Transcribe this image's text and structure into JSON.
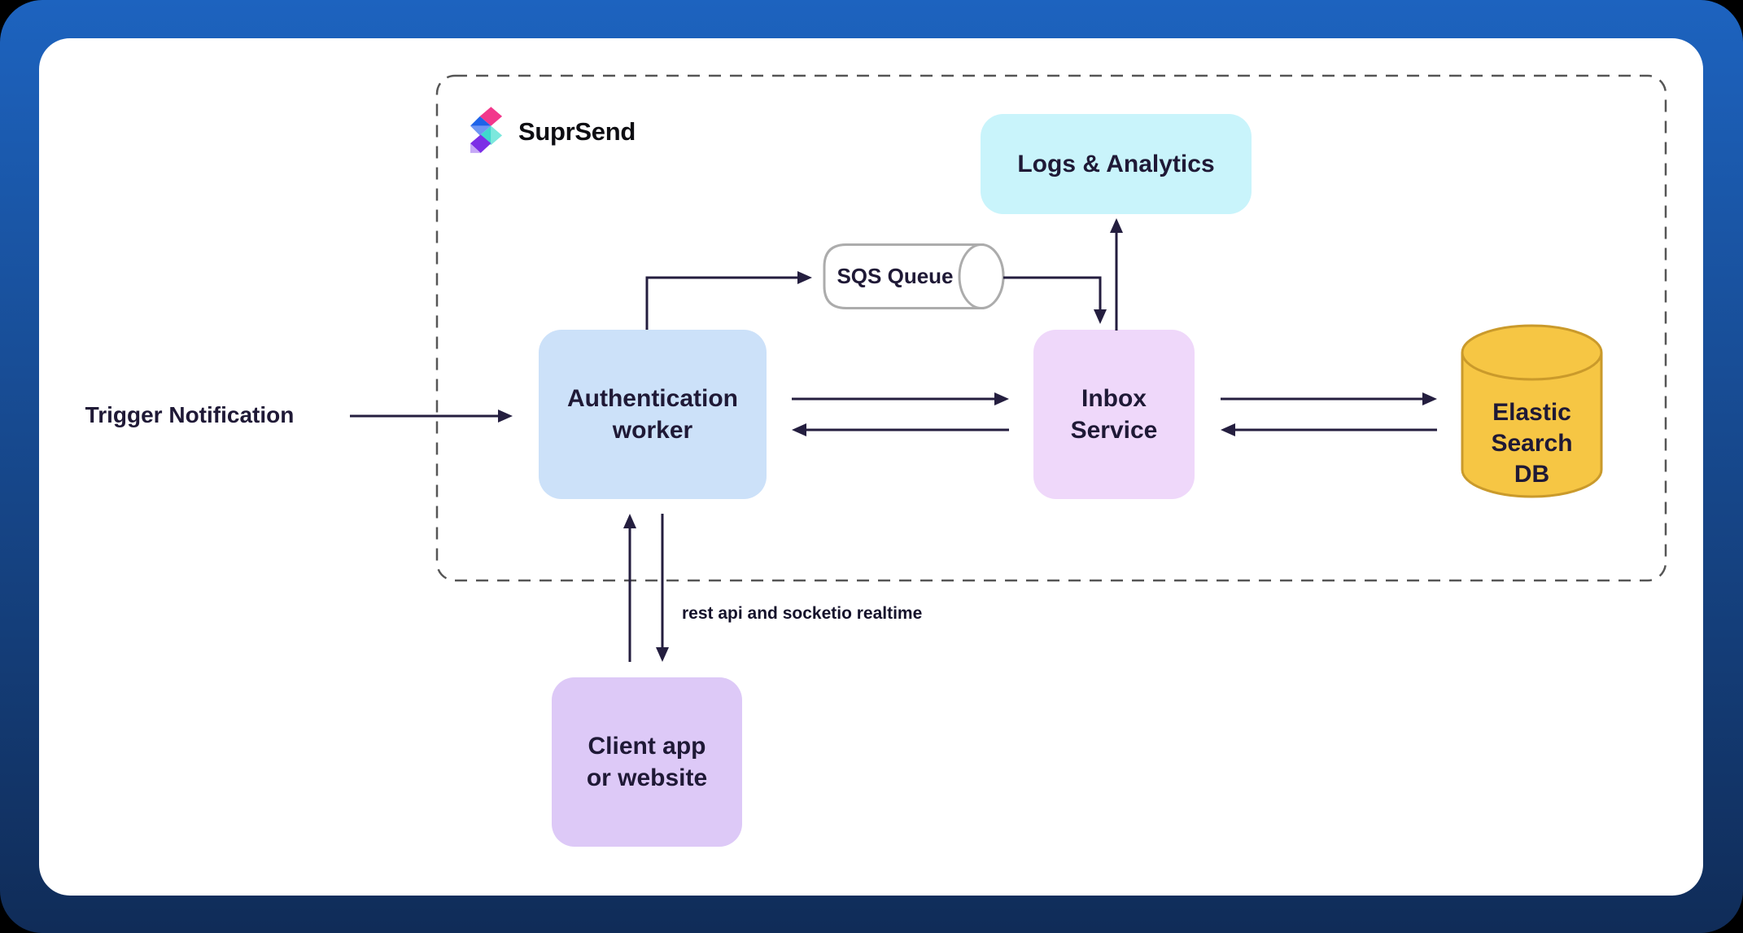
{
  "brand": {
    "name": "SuprSend"
  },
  "outside": {
    "trigger_label": "Trigger Notification"
  },
  "nodes": {
    "logs": {
      "label": "Logs & Analytics",
      "bg": "#C9F4FB"
    },
    "sqs": {
      "label": "SQS Queue",
      "fill": "#FFFFFF",
      "stroke": "#ACACAC"
    },
    "auth": {
      "label": "Authentication\nworker",
      "bg": "#CCE1F9"
    },
    "inbox": {
      "label": "Inbox\nService",
      "bg": "#EFD8FA"
    },
    "elastic": {
      "label": "Elastic\nSearch\nDB",
      "fill": "#F6C644",
      "stroke": "#CA9A2B"
    },
    "client": {
      "label": "Client app\nor website",
      "bg": "#DDC9F7"
    }
  },
  "annotations": {
    "client_edge": "rest api and socketio realtime"
  },
  "colors": {
    "bg_top": "#1D63BF",
    "bg_bottom": "#102C58",
    "card": "#FFFFFF",
    "text": "#1F1936",
    "arrow": "#241E3F",
    "dashed_border": "#565656",
    "brand_text": "#0D0D12",
    "logo_pink": "#F2388C",
    "logo_blue": "#1E63E9",
    "logo_light_blue": "#6E96F4",
    "logo_teal": "#3FD8CE",
    "logo_light_teal": "#7CE8DD",
    "logo_purple": "#7C2EE6",
    "logo_lavender": "#C5A7F6"
  }
}
